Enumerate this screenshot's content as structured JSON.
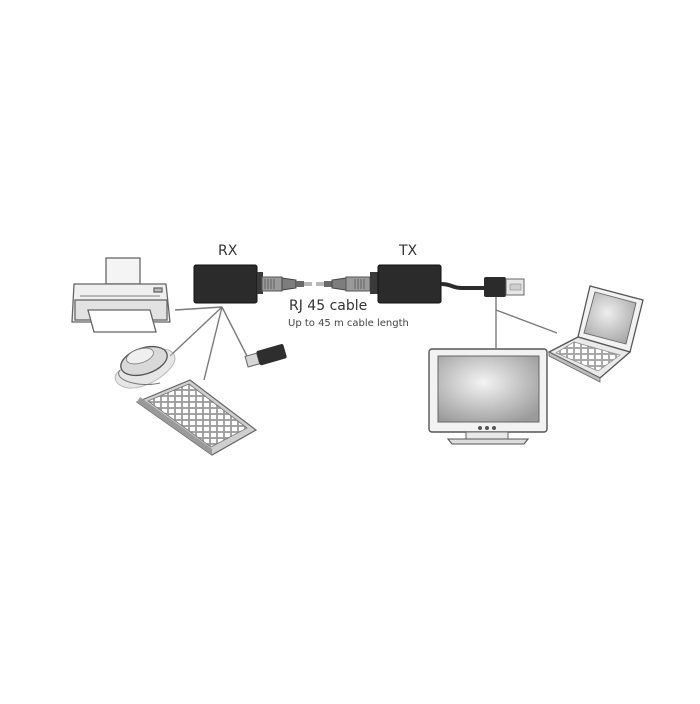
{
  "labels": {
    "rx": "RX",
    "tx": "TX",
    "cable": "RJ 45 cable",
    "length": "Up to 45 m cable length"
  },
  "colors": {
    "unit": "#2b2b2b",
    "outline": "#555555",
    "screen": "#bdbdbd",
    "body": "#f2f2f2"
  },
  "icons": [
    "printer-icon",
    "mouse-icon",
    "keyboard-icon",
    "usb-stick-icon",
    "rj45-plug-icon",
    "usb-plug-icon",
    "monitor-icon",
    "laptop-icon"
  ]
}
